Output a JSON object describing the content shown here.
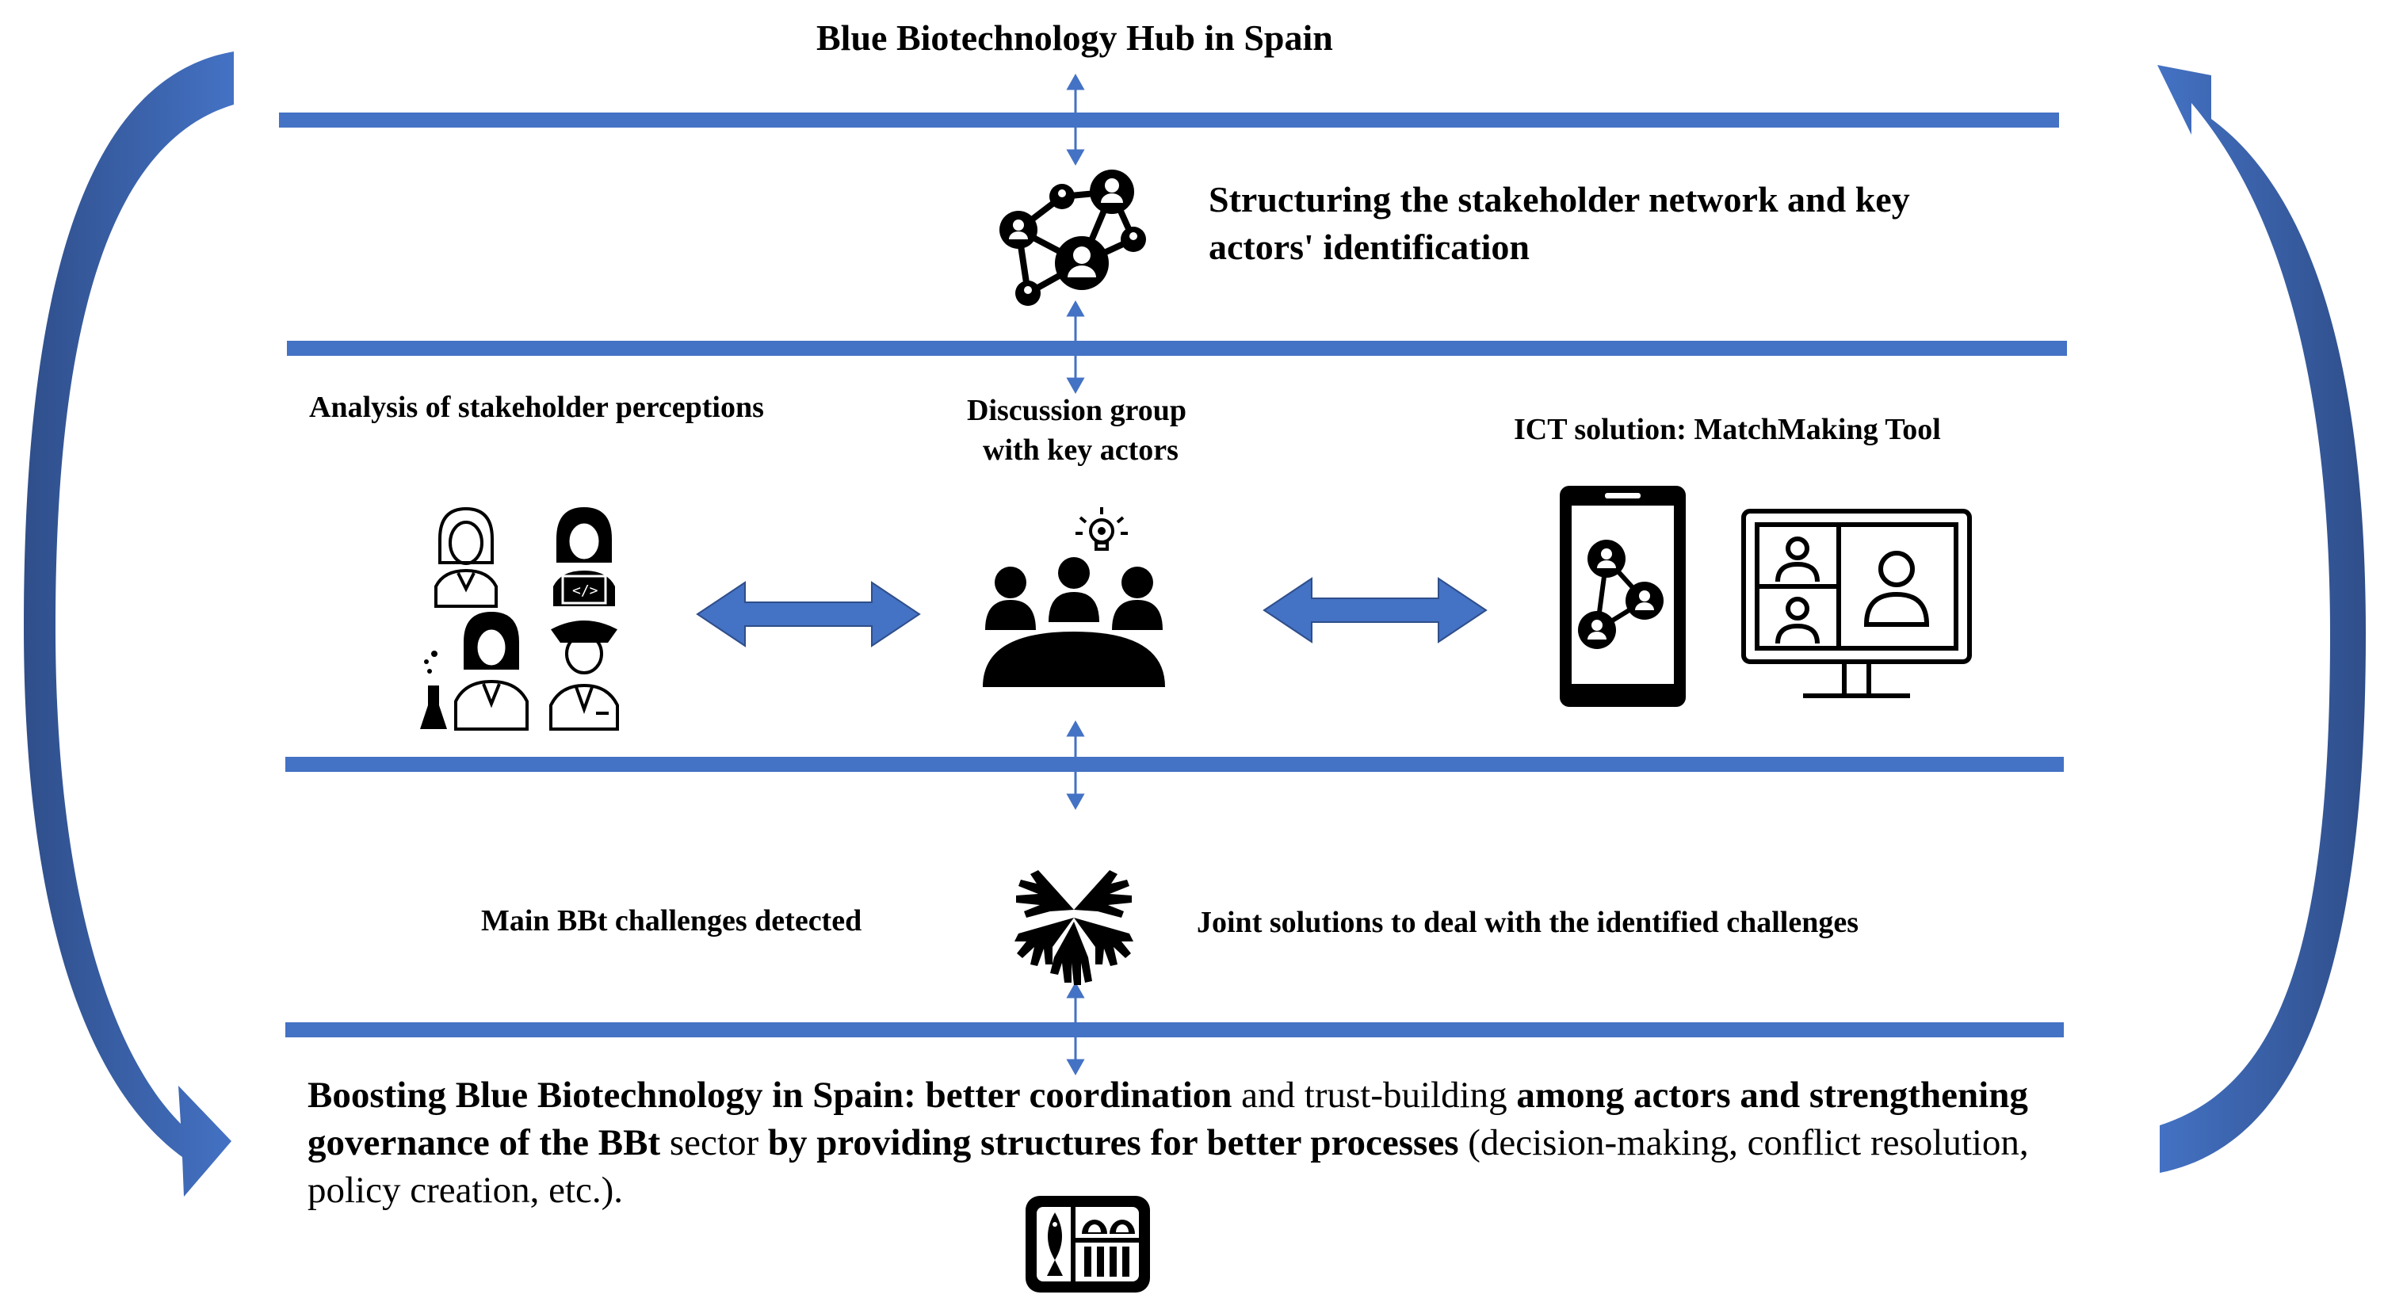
{
  "title": "Blue Biotechnology Hub in Spain",
  "step1": {
    "label": "Structuring the stakeholder network and key actors' identification"
  },
  "step2": {
    "left_label": "Analysis of stakeholder perceptions",
    "center_label_line1": "Discussion group",
    "center_label_line2": "with key actors",
    "right_label": "ICT solution: MatchMaking Tool"
  },
  "step3": {
    "left_label": "Main BBt challenges detected",
    "right_label": "Joint solutions to deal with the identified challenges"
  },
  "outcome": {
    "p1": "Boosting Blue Biotechnology in Spain: better coordination",
    "p2": " and trust-building ",
    "p3": "among actors and strengthening governance of the BBt",
    "p4": " sector ",
    "p5": "by providing structures for better processes",
    "p6": " (decision-making, conflict resolution, policy creation, etc.)."
  },
  "colors": {
    "accent": "#4472C4",
    "icon": "#000000"
  },
  "icons": [
    "network-icon",
    "stakeholders-icon",
    "meeting-icon",
    "phone-app-icon",
    "video-call-monitor-icon",
    "joined-hands-icon",
    "fish-food-icon"
  ]
}
